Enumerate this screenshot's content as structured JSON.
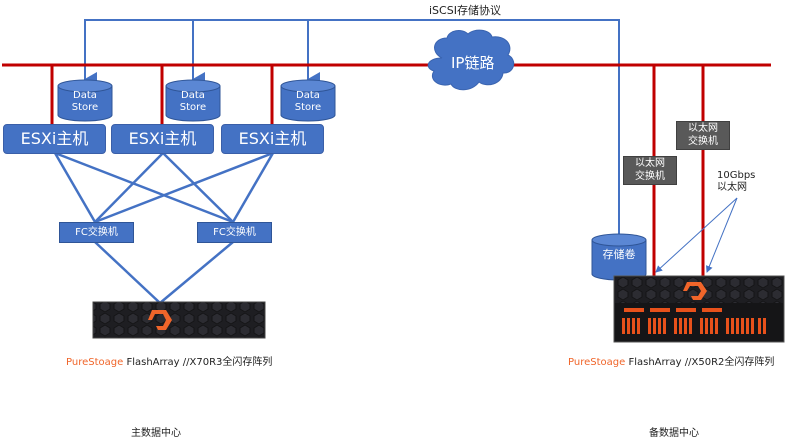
{
  "protocol_label": "iSCSI存储协议",
  "cloud_label": "IP链路",
  "datastores": [
    {
      "line1": "Data",
      "line2": "Store"
    },
    {
      "line1": "Data",
      "line2": "Store"
    },
    {
      "line1": "Data",
      "line2": "Store"
    }
  ],
  "esxi_hosts": [
    "ESXi主机",
    "ESXi主机",
    "ESXi主机"
  ],
  "fc_switches": [
    "FC交换机",
    "FC交换机"
  ],
  "ethernet_switches": [
    {
      "line1": "以太网",
      "line2": "交换机"
    },
    {
      "line1": "以太网",
      "line2": "交换机"
    }
  ],
  "storage_volume": "存储卷",
  "link_note": {
    "line1": "10Gbps",
    "line2": "以太网"
  },
  "primary_array": {
    "brand": "PureStoage",
    "model": " FlashArray //X70R3全闪存阵列"
  },
  "secondary_array": {
    "brand": "PureStoage",
    "model": " FlashArray //X50R2全闪存阵列"
  },
  "primary_site": "主数据中心",
  "secondary_site": "备数据中心",
  "colors": {
    "blue": "#4472c4",
    "red": "#c00000",
    "gray": "#595959",
    "orange": "#f0652a"
  }
}
